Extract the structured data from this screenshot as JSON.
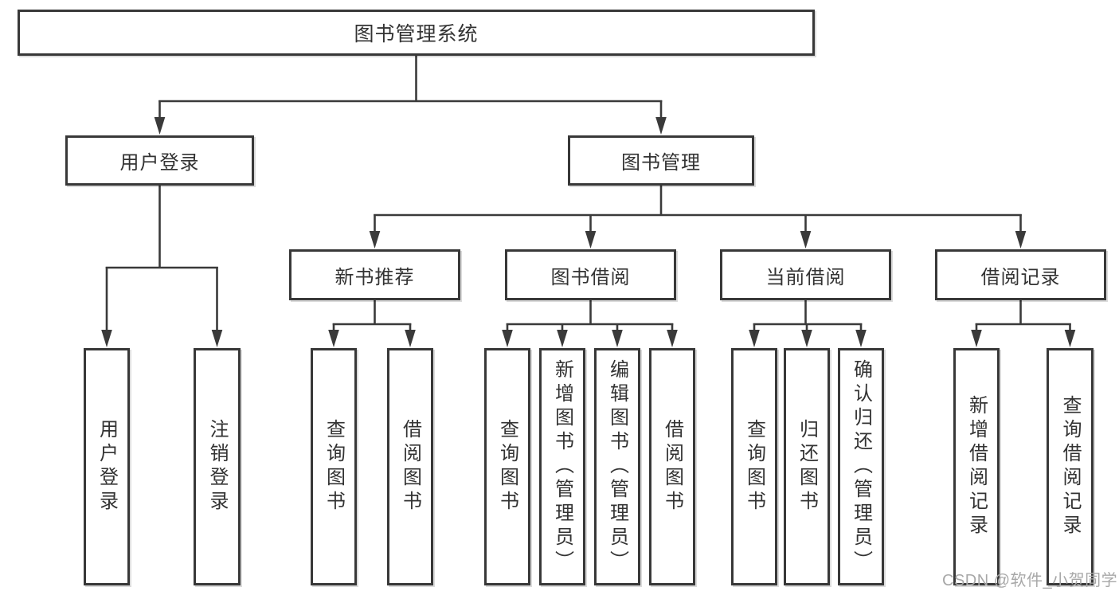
{
  "diagram": {
    "root": {
      "label": "图书管理系统"
    },
    "level2": [
      {
        "id": "user-login",
        "label": "用户登录"
      },
      {
        "id": "book-management",
        "label": "图书管理"
      }
    ],
    "level3": [
      {
        "id": "new-book-recommend",
        "label": "新书推荐"
      },
      {
        "id": "book-borrow",
        "label": "图书借阅"
      },
      {
        "id": "current-borrow",
        "label": "当前借阅"
      },
      {
        "id": "borrow-records",
        "label": "借阅记录"
      }
    ],
    "leaves": [
      {
        "label": "用户登录",
        "parent": "用户登录"
      },
      {
        "label": "注销登录",
        "parent": "用户登录"
      },
      {
        "label": "查询图书",
        "parent": "新书推荐"
      },
      {
        "label": "借阅图书",
        "parent": "新书推荐"
      },
      {
        "label": "查询图书",
        "parent": "图书借阅"
      },
      {
        "label": "新增图书（管理员）",
        "parent": "图书借阅"
      },
      {
        "label": "编辑图书（管理员）",
        "parent": "图书借阅"
      },
      {
        "label": "借阅图书",
        "parent": "图书借阅"
      },
      {
        "label": "查询图书",
        "parent": "当前借阅"
      },
      {
        "label": "归还图书",
        "parent": "当前借阅"
      },
      {
        "label": "确认归还（管理员）",
        "parent": "当前借阅"
      },
      {
        "label": "新增借阅记录",
        "parent": "借阅记录"
      },
      {
        "label": "查询借阅记录",
        "parent": "借阅记录"
      }
    ]
  },
  "watermark": {
    "text": "CSDN @软件_小贺同学"
  },
  "colors": {
    "line": "#3a3a3a",
    "box-border": "#383838",
    "text": "#333333",
    "watermark": "#a8a8a8",
    "background": "#ffffff"
  }
}
